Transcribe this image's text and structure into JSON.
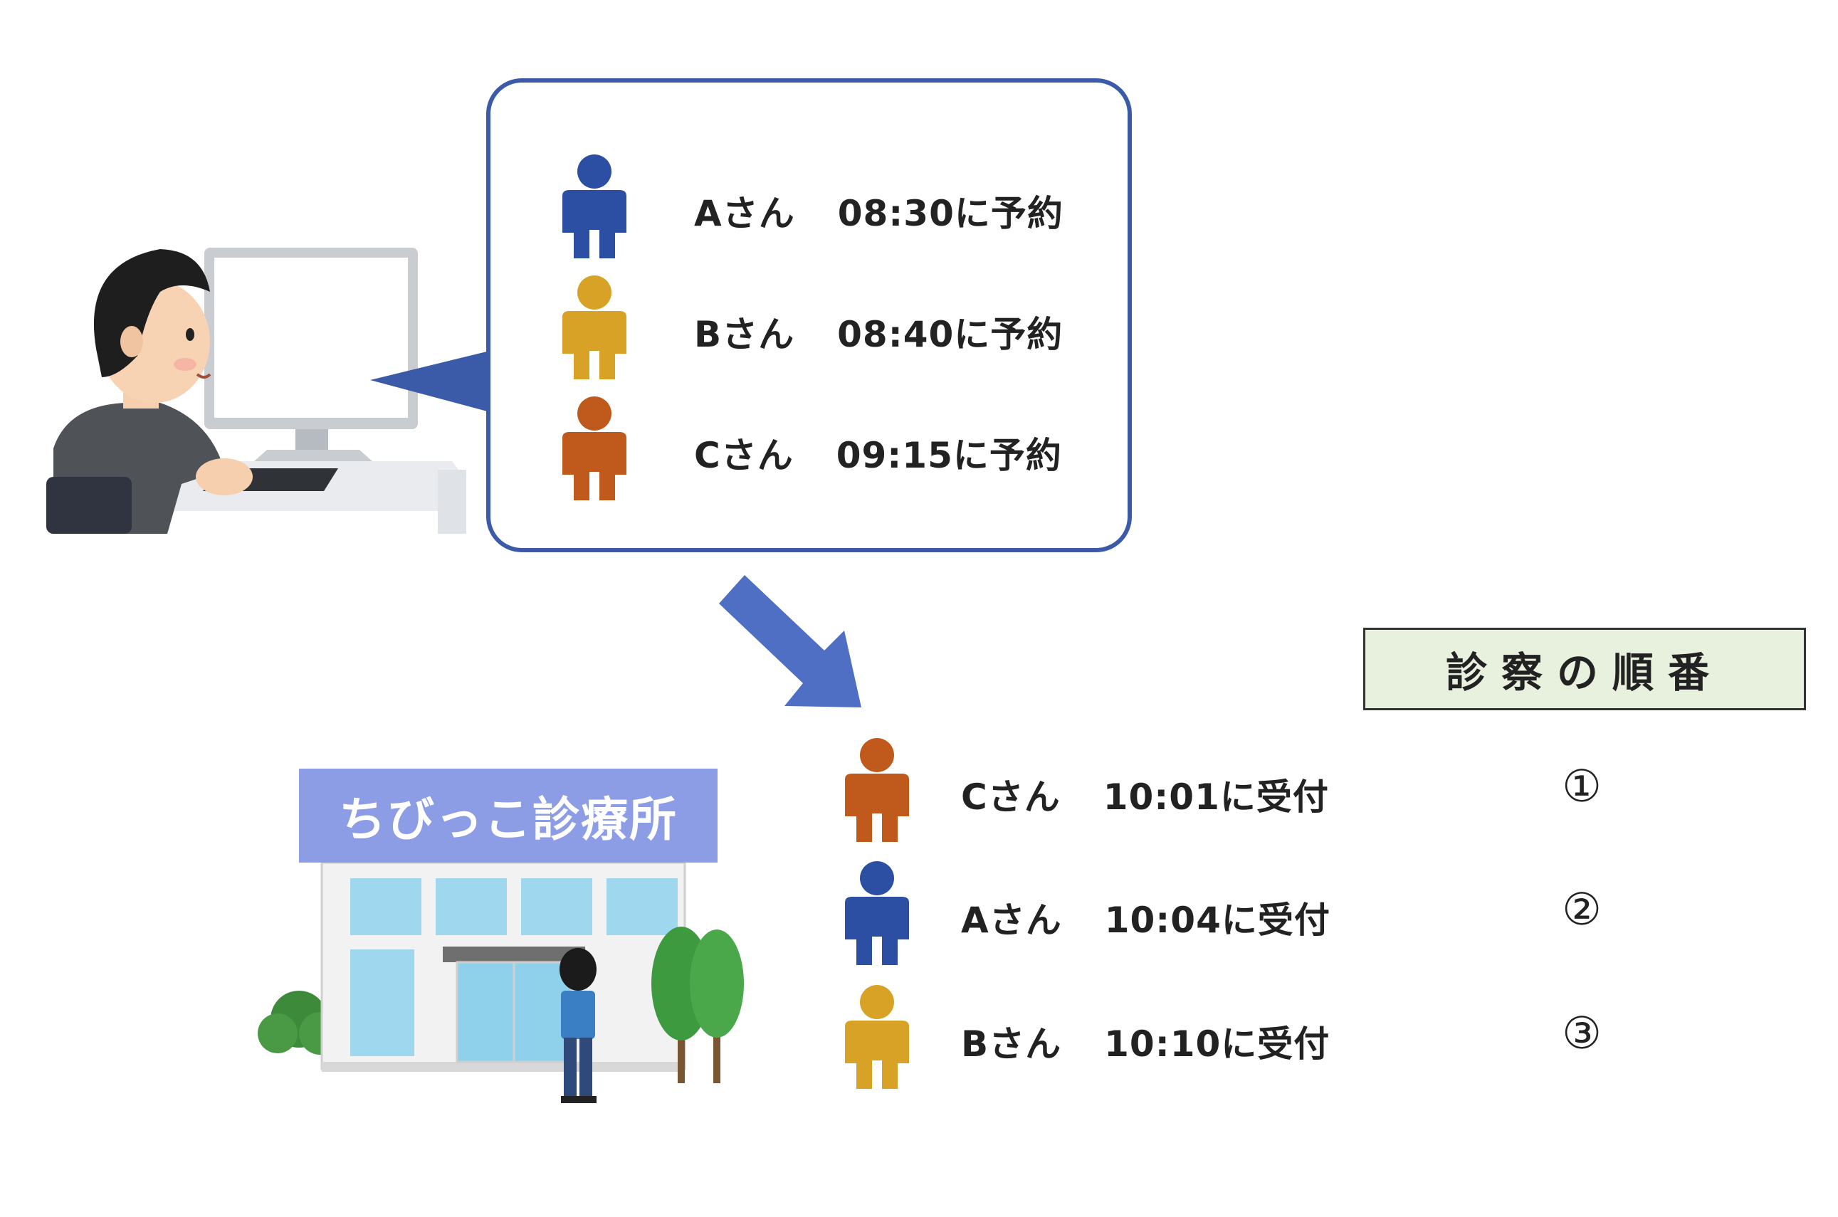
{
  "reservations": [
    {
      "name": "Aさん",
      "time": "08:30に予約",
      "color": "#2c4fa3"
    },
    {
      "name": "Bさん",
      "time": "08:40に予約",
      "color": "#d7a226"
    },
    {
      "name": "Cさん",
      "time": "09:15に予約",
      "color": "#c05a1c"
    }
  ],
  "clinic_name": "ちびっこ診療所",
  "order_header": "診察の順番",
  "checkins": [
    {
      "name": "Cさん",
      "time": "10:01に受付",
      "order": "①",
      "color": "#c05a1c"
    },
    {
      "name": "Aさん",
      "time": "10:04に受付",
      "order": "②",
      "color": "#2c4fa3"
    },
    {
      "name": "Bさん",
      "time": "10:10に受付",
      "order": "③",
      "color": "#d7a226"
    }
  ],
  "colors": {
    "bubble_border": "#3b5aa8",
    "arrow": "#4f6fc4",
    "sign_bg": "#8c9de6",
    "header_bg": "#e8f0de"
  }
}
